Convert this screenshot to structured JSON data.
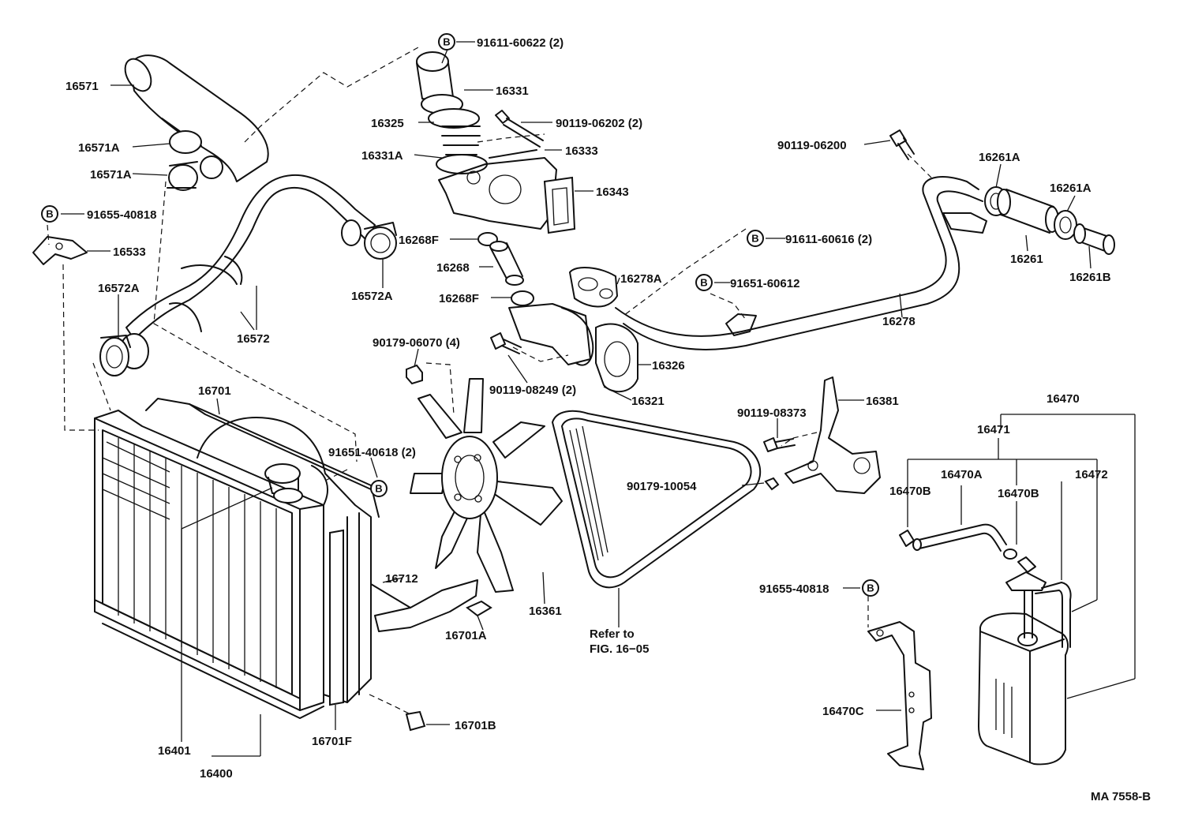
{
  "labels": {
    "l_91611_60622": "91611-60622 (2)",
    "l_16571": "16571",
    "l_16331": "16331",
    "l_16325": "16325",
    "l_90119_06202": "90119-06202 (2)",
    "l_16571A_1": "16571A",
    "l_16333": "16333",
    "l_16331A": "16331A",
    "l_90119_06200": "90119-06200",
    "l_16261A_1": "16261A",
    "l_16571A_2": "16571A",
    "l_16343": "16343",
    "l_16261A_2": "16261A",
    "l_91655_40818_a": "91655-40818",
    "l_16268F_1": "16268F",
    "l_91611_60616": "91611-60616 (2)",
    "l_16533": "16533",
    "l_16261": "16261",
    "l_16268": "16268",
    "l_16278A": "16278A",
    "l_16261B": "16261B",
    "l_16572A_1": "16572A",
    "l_91651_60612": "91651-60612",
    "l_16572A_2": "16572A",
    "l_16268F_2": "16268F",
    "l_16278": "16278",
    "l_16572": "16572",
    "l_90179_06070": "90179-06070 (4)",
    "l_16326": "16326",
    "l_90119_08249": "90119-08249 (2)",
    "l_16701": "16701",
    "l_16321": "16321",
    "l_16381": "16381",
    "l_16470": "16470",
    "l_90119_08373": "90119-08373",
    "l_16471": "16471",
    "l_91651_40618": "91651-40618 (2)",
    "l_16470A": "16470A",
    "l_16472": "16472",
    "l_90179_10054": "90179-10054",
    "l_16470B_1": "16470B",
    "l_16470B_2": "16470B",
    "l_16712": "16712",
    "l_91655_40818_b": "91655-40818",
    "l_16361": "16361",
    "l_16701A": "16701A",
    "l_refer1": "Refer to",
    "l_refer2": "FIG. 16−05",
    "l_16470C": "16470C",
    "l_16701B": "16701B",
    "l_16401": "16401",
    "l_16701F": "16701F",
    "l_16400": "16400",
    "l_ref": "MA 7558-B"
  },
  "badges": {
    "b1": "B",
    "b2": "B",
    "b3": "B",
    "b4": "B",
    "b5": "B",
    "b6": "B"
  }
}
